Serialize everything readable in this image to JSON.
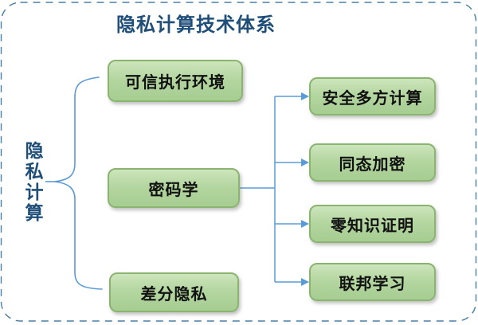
{
  "title": "隐私计算技术体系",
  "root": {
    "label": "隐私计算"
  },
  "level1": [
    {
      "label": "可信执行环境"
    },
    {
      "label": "密码学"
    },
    {
      "label": "差分隐私"
    }
  ],
  "level2": [
    {
      "label": "安全多方计算"
    },
    {
      "label": "同态加密"
    },
    {
      "label": "零知识证明"
    },
    {
      "label": "联邦学习"
    }
  ],
  "colors": {
    "title_text": "#1f4e79",
    "root_text": "#1f4e79",
    "node_fill_top": "#cde5bc",
    "node_fill_bottom": "#a6cd92",
    "node_border": "#8ab470",
    "node_text": "#111111",
    "connector": "#5b9bd5",
    "dashed_border": "#4a7fa5",
    "background": "#ffffff"
  }
}
